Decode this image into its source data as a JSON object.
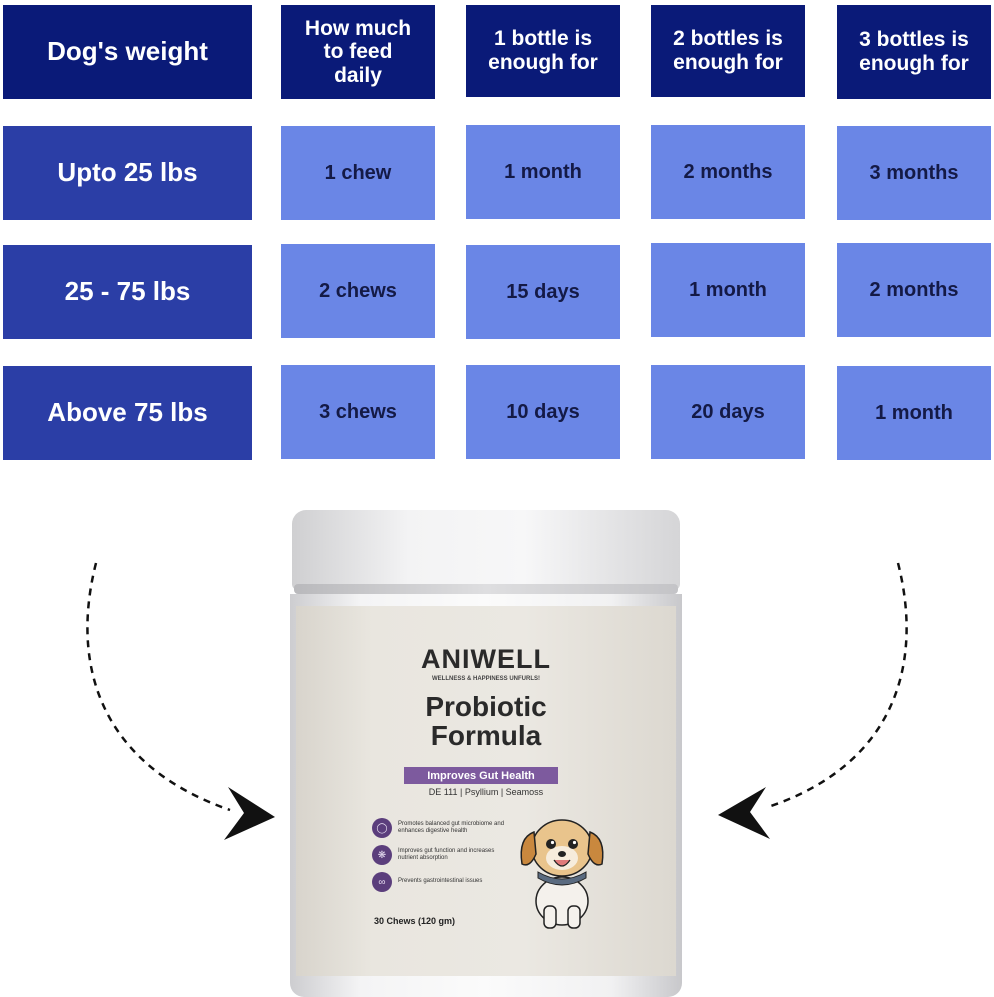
{
  "table": {
    "headers": [
      "Dog's weight",
      "How much to feed daily",
      "1 bottle is enough for",
      "2 bottles is enough for",
      "3 bottles is enough for"
    ],
    "rows": [
      {
        "weight": "Upto 25 lbs",
        "daily": "1 chew",
        "one": "1 month",
        "two": "2 months",
        "three": "3 months"
      },
      {
        "weight": "25 - 75 lbs",
        "daily": "2 chews",
        "one": "15 days",
        "two": "1 month",
        "three": "2 months"
      },
      {
        "weight": "Above 75 lbs",
        "daily": "3 chews",
        "one": "10 days",
        "two": "20 days",
        "three": "1 month"
      }
    ]
  },
  "product": {
    "brand": "ANIWELL",
    "tagline": "WELLNESS & HAPPINESS UNFURLS!",
    "name_line1": "Probiotic",
    "name_line2": "Formula",
    "ribbon": "Improves Gut Health",
    "ingredients": "DE 111 | Psyllium | Seamoss",
    "benefits": [
      {
        "icon": "stomach-icon",
        "text": "Promotes balanced gut microbiome and enhances digestive health"
      },
      {
        "icon": "microbe-icon",
        "text": "Improves gut function and increases nutrient absorption"
      },
      {
        "icon": "intestine-icon",
        "text": "Prevents gastrointestinal issues"
      }
    ],
    "count": "30 Chews (120 gm)"
  },
  "colors": {
    "header_bg": "#0a1a78",
    "row_label_bg": "#2b3ea6",
    "value_bg": "#6a86e6",
    "ribbon_bg": "#7d5a9e"
  }
}
